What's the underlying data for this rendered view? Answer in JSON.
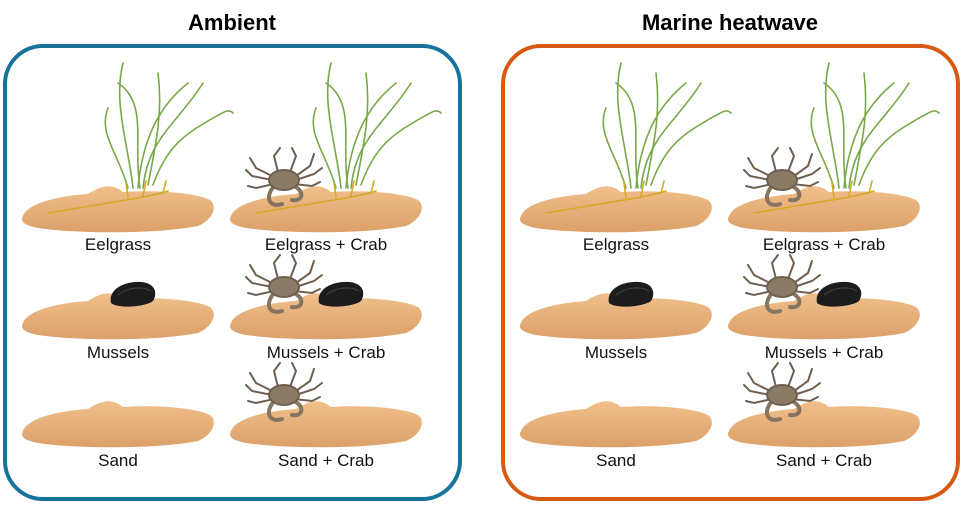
{
  "panels": [
    {
      "title": "Ambient",
      "color": "#17739a"
    },
    {
      "title": "Marine heatwave",
      "color": "#d85a12"
    }
  ],
  "treatments": [
    {
      "label": "Eelgrass",
      "habitat": "eelgrass",
      "crab": false
    },
    {
      "label": "Eelgrass + Crab",
      "habitat": "eelgrass",
      "crab": true
    },
    {
      "label": "Mussels",
      "habitat": "mussels",
      "crab": false
    },
    {
      "label": "Mussels + Crab",
      "habitat": "mussels",
      "crab": true
    },
    {
      "label": "Sand",
      "habitat": "sand",
      "crab": false
    },
    {
      "label": "Sand + Crab",
      "habitat": "sand",
      "crab": true
    }
  ],
  "colors": {
    "sand": "#e8b07a",
    "grass": "#6f9f3a",
    "root": "#d4a020",
    "crab": "#7a6a58",
    "mussel": "#1c1c1c"
  }
}
